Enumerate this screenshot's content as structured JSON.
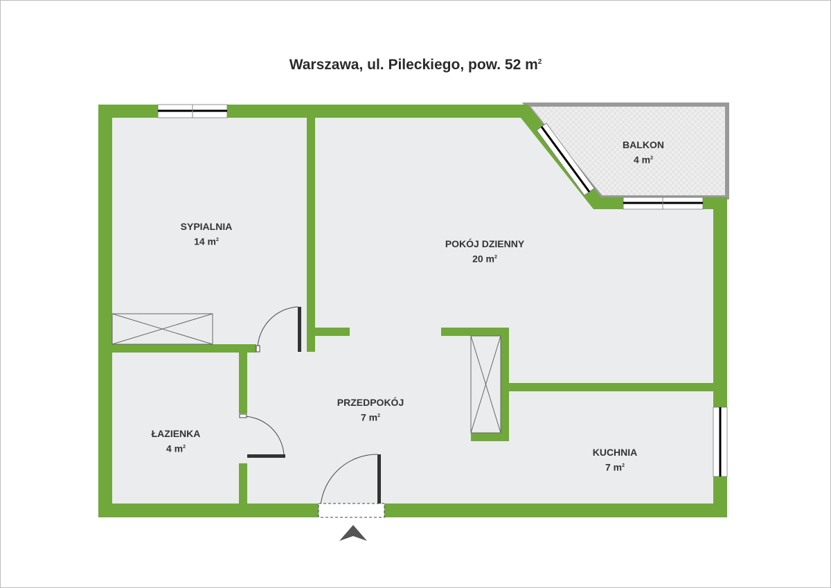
{
  "title": {
    "text": "Warszawa, ul. Pileckiego, pow. 52 m",
    "sup": "2"
  },
  "colors": {
    "wall": "#70a83b",
    "floor": "#ebeced",
    "balcony": "#e3e3e3"
  },
  "rooms": [
    {
      "name": "SYPIALNIA",
      "area": "14 m",
      "sup": "2"
    },
    {
      "name": "POKÓJ DZIENNY",
      "area": "20 m",
      "sup": "2"
    },
    {
      "name": "BALKON",
      "area": "4 m",
      "sup": "2"
    },
    {
      "name": "PRZEDPOKÓJ",
      "area": "7 m",
      "sup": "2"
    },
    {
      "name": "ŁAZIENKA",
      "area": "4 m",
      "sup": "2"
    },
    {
      "name": "KUCHNIA",
      "area": "7 m",
      "sup": "2"
    }
  ],
  "entrance_icon": "entrance-arrow-icon"
}
